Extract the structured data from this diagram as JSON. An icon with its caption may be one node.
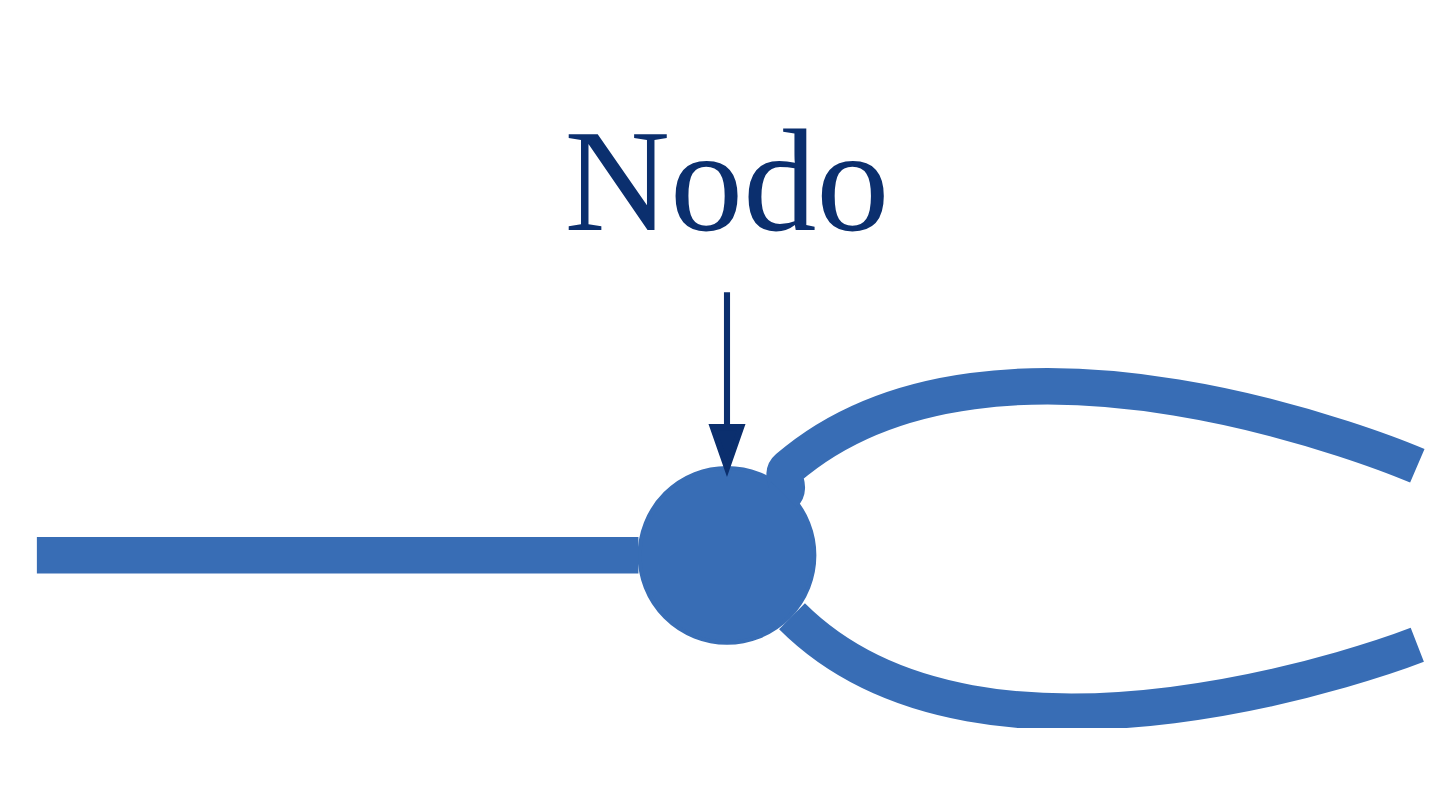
{
  "diagram": {
    "nodes": [
      {
        "text": [],
        "shape": "circle"
      },
      {
        "text": [
          "Nodo"
        ]
      }
    ],
    "edges": [
      {
        "from": null,
        "to": 0,
        "arrow": "none"
      },
      {
        "from": 0,
        "to": null,
        "arrow": "none"
      },
      {
        "from": 0,
        "to": null,
        "arrow": "none"
      },
      {
        "from": 1,
        "to": 0,
        "arrow": "to",
        "color": "#0b2f6e"
      }
    ]
  }
}
